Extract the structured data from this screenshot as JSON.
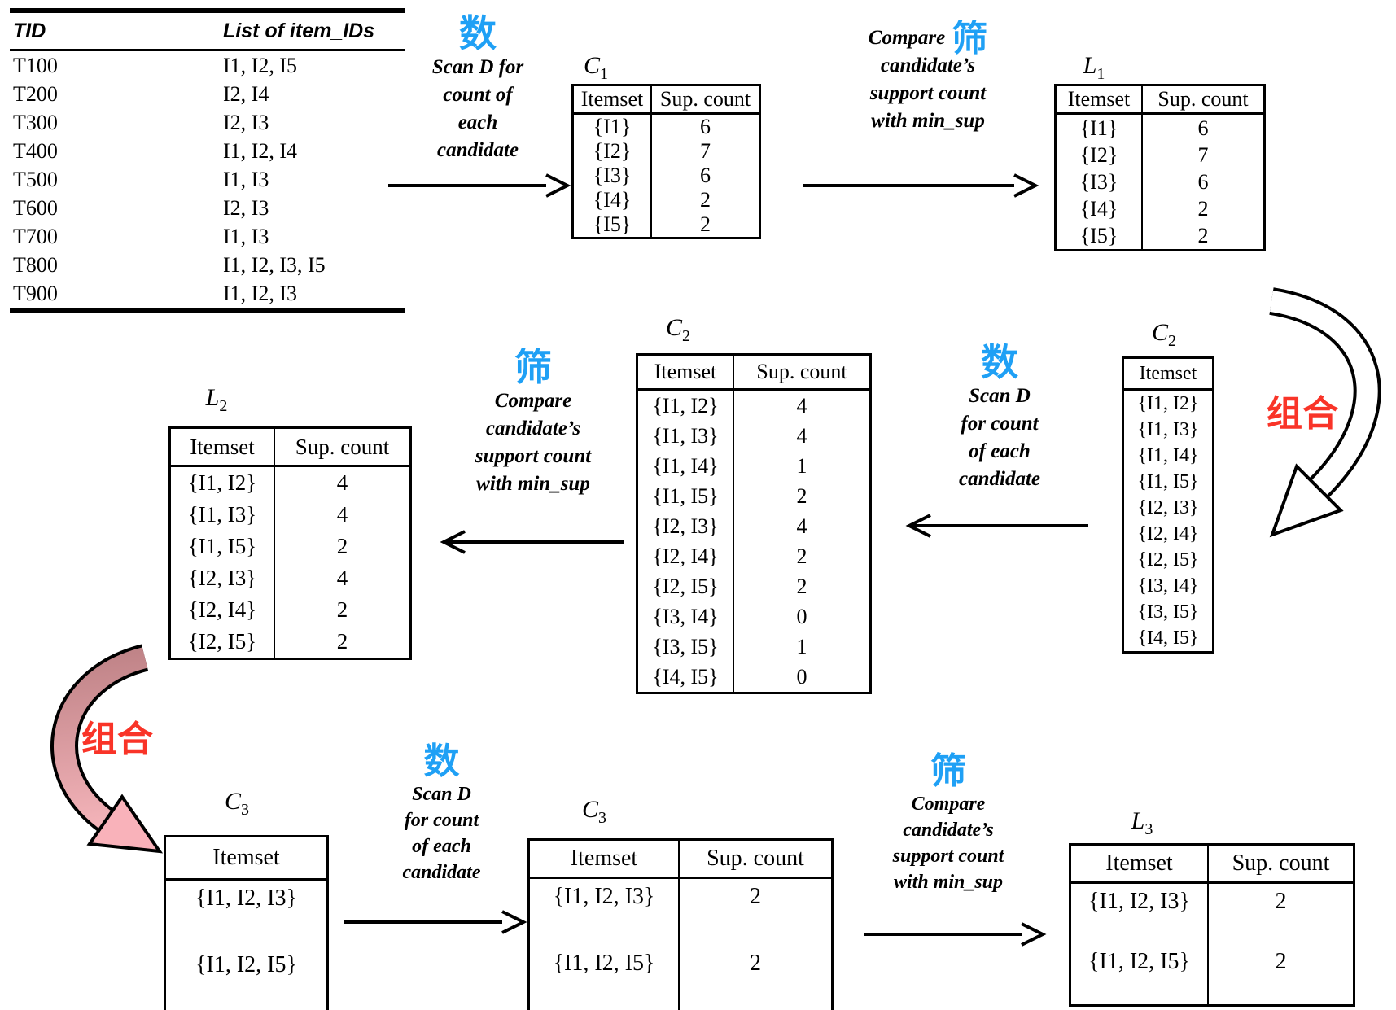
{
  "colors": {
    "blue": "#1FA0F5",
    "red": "#F93428",
    "pink_dark": "#BC8084",
    "pink_light": "#FDBCC2",
    "pink_head": "#F9B2BA"
  },
  "database_table": {
    "cols": [
      "TID",
      "List of item_IDs"
    ],
    "rows": [
      [
        "T100",
        "I1, I2, I5"
      ],
      [
        "T200",
        "I2, I4"
      ],
      [
        "T300",
        "I2, I3"
      ],
      [
        "T400",
        "I1, I2, I4"
      ],
      [
        "T500",
        "I1, I3"
      ],
      [
        "T600",
        "I2, I3"
      ],
      [
        "T700",
        "I1, I3"
      ],
      [
        "T800",
        "I1, I2, I3, I5"
      ],
      [
        "T900",
        "I1, I2, I3"
      ]
    ]
  },
  "tables": {
    "c1": {
      "title_main": "C",
      "title_sub": "1",
      "cols": [
        "Itemset",
        "Sup. count"
      ],
      "rows": [
        [
          "{I1}",
          "6"
        ],
        [
          "{I2}",
          "7"
        ],
        [
          "{I3}",
          "6"
        ],
        [
          "{I4}",
          "2"
        ],
        [
          "{I5}",
          "2"
        ]
      ]
    },
    "l1": {
      "title_main": "L",
      "title_sub": "1",
      "cols": [
        "Itemset",
        "Sup. count"
      ],
      "rows": [
        [
          "{I1}",
          "6"
        ],
        [
          "{I2}",
          "7"
        ],
        [
          "{I3}",
          "6"
        ],
        [
          "{I4}",
          "2"
        ],
        [
          "{I5}",
          "2"
        ]
      ]
    },
    "c2_join": {
      "title_main": "C",
      "title_sub": "2",
      "cols": [
        "Itemset"
      ],
      "rows": [
        [
          "{I1, I2}"
        ],
        [
          "{I1, I3}"
        ],
        [
          "{I1, I4}"
        ],
        [
          "{I1, I5}"
        ],
        [
          "{I2, I3}"
        ],
        [
          "{I2, I4}"
        ],
        [
          "{I2, I5}"
        ],
        [
          "{I3, I4}"
        ],
        [
          "{I3, I5}"
        ],
        [
          "{I4, I5}"
        ]
      ]
    },
    "c2_count": {
      "title_main": "C",
      "title_sub": "2",
      "cols": [
        "Itemset",
        "Sup. count"
      ],
      "rows": [
        [
          "{I1, I2}",
          "4"
        ],
        [
          "{I1, I3}",
          "4"
        ],
        [
          "{I1, I4}",
          "1"
        ],
        [
          "{I1, I5}",
          "2"
        ],
        [
          "{I2, I3}",
          "4"
        ],
        [
          "{I2, I4}",
          "2"
        ],
        [
          "{I2, I5}",
          "2"
        ],
        [
          "{I3, I4}",
          "0"
        ],
        [
          "{I3, I5}",
          "1"
        ],
        [
          "{I4, I5}",
          "0"
        ]
      ]
    },
    "l2": {
      "title_main": "L",
      "title_sub": "2",
      "cols": [
        "Itemset",
        "Sup. count"
      ],
      "rows": [
        [
          "{I1, I2}",
          "4"
        ],
        [
          "{I1, I3}",
          "4"
        ],
        [
          "{I1, I5}",
          "2"
        ],
        [
          "{I2, I3}",
          "4"
        ],
        [
          "{I2, I4}",
          "2"
        ],
        [
          "{I2, I5}",
          "2"
        ]
      ]
    },
    "c3_join": {
      "title_main": "C",
      "title_sub": "3",
      "cols": [
        "Itemset"
      ],
      "rows": [
        [
          "{I1, I2, I3}"
        ],
        [
          "{I1, I2, I5}"
        ]
      ]
    },
    "c3_count": {
      "title_main": "C",
      "title_sub": "3",
      "cols": [
        "Itemset",
        "Sup. count"
      ],
      "rows": [
        [
          "{I1, I2, I3}",
          "2"
        ],
        [
          "{I1, I2, I5}",
          "2"
        ]
      ]
    },
    "l3": {
      "title_main": "L",
      "title_sub": "3",
      "cols": [
        "Itemset",
        "Sup. count"
      ],
      "rows": [
        [
          "{I1, I2, I3}",
          "2"
        ],
        [
          "{I1, I2, I5}",
          "2"
        ]
      ]
    }
  },
  "annotations": {
    "scan1": {
      "zh": "数",
      "lines": [
        "Scan D for",
        "count of",
        "each",
        "candidate"
      ]
    },
    "compare1": {
      "zh": "筛",
      "lines": [
        "Compare",
        "candidate’s",
        "support count",
        "with min_sup"
      ]
    },
    "join1": {
      "label": "组合"
    },
    "scan2": {
      "zh": "数",
      "lines": [
        "Scan D",
        "for count",
        "of each",
        "candidate"
      ]
    },
    "compare2": {
      "zh": "筛",
      "lines": [
        "Compare",
        "candidate’s",
        "support count",
        "with min_sup"
      ]
    },
    "join2": {
      "label": "组合"
    },
    "scan3": {
      "zh": "数",
      "lines": [
        "Scan D",
        "for count",
        "of each",
        "candidate"
      ]
    },
    "compare3": {
      "zh": "筛",
      "lines": [
        "Compare",
        "candidate’s",
        "support count",
        "with min_sup"
      ]
    }
  }
}
